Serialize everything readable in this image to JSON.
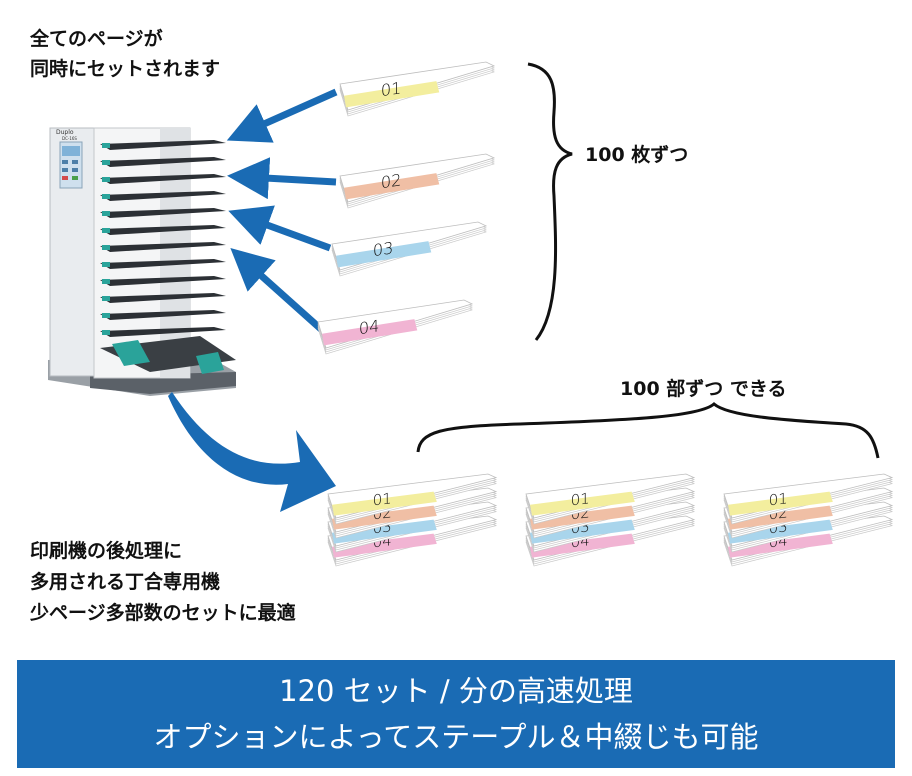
{
  "captions": {
    "top_line1": "全てのページが",
    "top_line2": "同時にセットされます",
    "bottom_line1": "印刷機の後処理に",
    "bottom_line2": "多用される丁合専用機",
    "bottom_line3": "少ページ多部数のセットに最適"
  },
  "labels": {
    "per_tray": "100 枚ずつ",
    "copies": "100 部ずつ できる"
  },
  "machine": {
    "brand": "Duplo",
    "model": "DC-16S"
  },
  "sheets": [
    {
      "number": "01",
      "color": "#f3ee9e"
    },
    {
      "number": "02",
      "color": "#f0bfa5"
    },
    {
      "number": "03",
      "color": "#a9d5ec"
    },
    {
      "number": "04",
      "color": "#f1b4d3"
    }
  ],
  "banner": {
    "line1": "120 セット / 分の高速処理",
    "line2": "オプションによってステープル＆中綴じも可能"
  },
  "colors": {
    "arrow": "#1a6bb4",
    "banner": "#1a6bb4"
  }
}
